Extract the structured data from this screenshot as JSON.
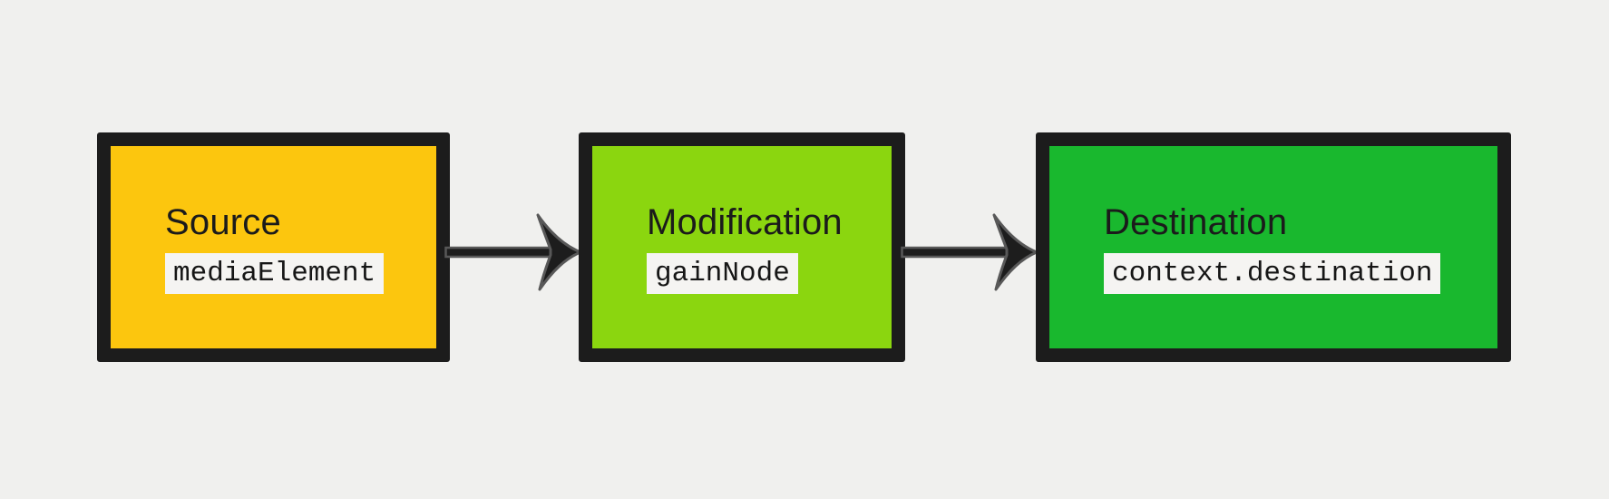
{
  "diagram": {
    "nodes": [
      {
        "id": "source",
        "label": "Source",
        "code": "mediaElement"
      },
      {
        "id": "modification",
        "label": "Modification",
        "code": "gainNode"
      },
      {
        "id": "destination",
        "label": "Destination",
        "code": "context.destination"
      }
    ],
    "arrows": [
      {
        "from": "source",
        "to": "modification"
      },
      {
        "from": "modification",
        "to": "destination"
      }
    ]
  },
  "colors": {
    "page-bg": "#f0f0ee",
    "node-border": "#1c1c1c",
    "source-fill": "#fcc60e",
    "modification-fill": "#8bd60f",
    "destination-fill": "#19b82e",
    "title-text": "#1b1b1b",
    "code-bg": "#f5f4f2",
    "code-text": "#161616",
    "arrow-fill": "#1d1d1d",
    "arrow-stroke": "#585858"
  }
}
